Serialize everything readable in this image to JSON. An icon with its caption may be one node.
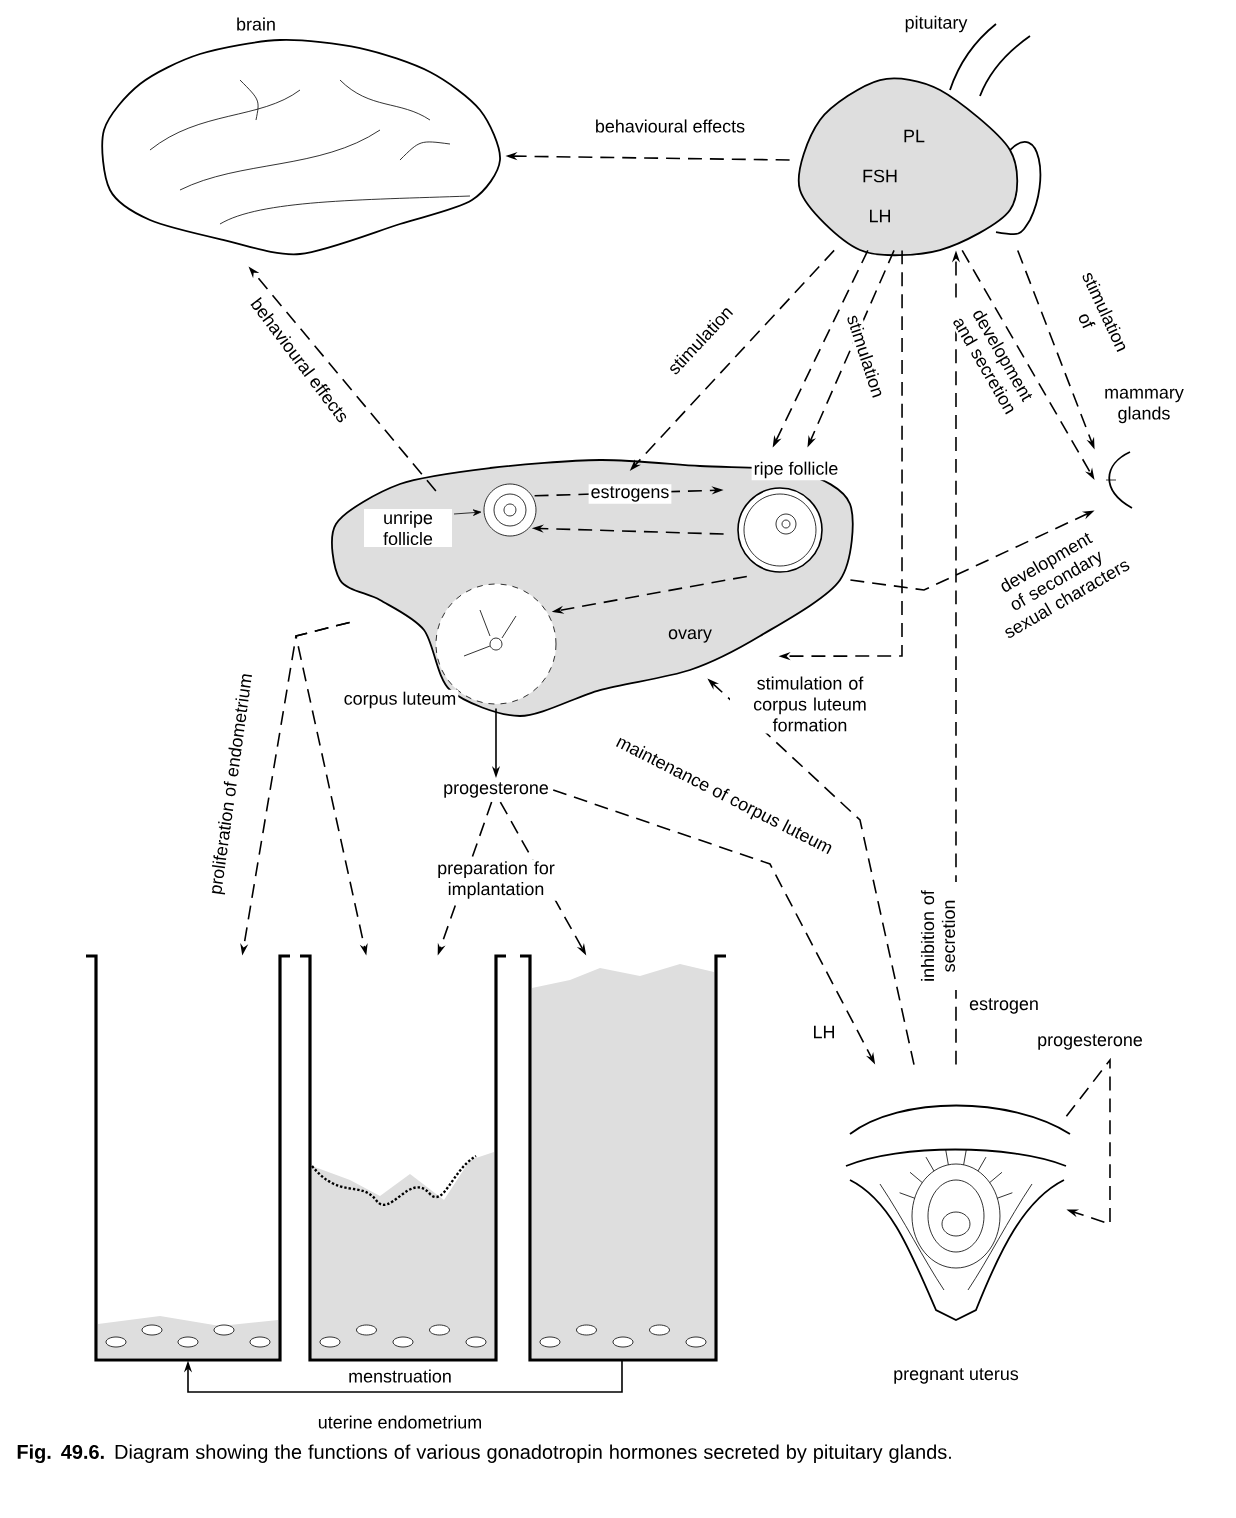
{
  "diagram": {
    "caption": "**Fig. 49.6.** Diagram showing the functions of various gonadotropin hormones secreted by pituitary glands.",
    "nodes": [
      {
        "text": [
          "brain"
        ]
      },
      {
        "text": [
          "pituitary",
          "PL",
          "FSH",
          "LH"
        ]
      },
      {
        "text": [
          "ovary"
        ]
      },
      {
        "text": [
          "unripe follicle"
        ],
        "in": 2
      },
      {
        "text": [
          "ripe follicle"
        ],
        "in": 2
      },
      {
        "text": [
          "corpus luteum"
        ],
        "in": 2
      },
      {
        "text": [
          "mammary glands"
        ]
      },
      {
        "text": [
          "progesterone"
        ]
      },
      {
        "text": [],
        "shape": "picture"
      },
      {
        "text": [],
        "shape": "picture"
      },
      {
        "text": [],
        "shape": "picture"
      },
      {
        "text": [
          "pregnant uterus"
        ]
      }
    ],
    "edges": [
      {
        "from": 1,
        "to": 0,
        "arrow": "to",
        "style": "dashed",
        "label": "behavioural effects"
      },
      {
        "from": 2,
        "to": 0,
        "arrow": "to",
        "style": "dashed",
        "label": "behavioural effects"
      },
      {
        "from": 1,
        "to": 2,
        "arrow": "to",
        "style": "dashed",
        "label": "stimulation"
      },
      {
        "from": 1,
        "to": 4,
        "arrow": "to",
        "style": "dashed"
      },
      {
        "from": 1,
        "to": 4,
        "arrow": "to",
        "style": "dashed",
        "label": "stimulation"
      },
      {
        "from": 1,
        "to": 2,
        "arrow": "to",
        "style": "dashed",
        "label": "stimulation of corpus luteum formation"
      },
      {
        "from": 11,
        "to": 1,
        "arrow": "to",
        "style": "dashed",
        "label": "inhibition of secretion"
      },
      {
        "from": 1,
        "to": 6,
        "arrow": "to",
        "style": "dashed",
        "label": "development and secretion"
      },
      {
        "from": 1,
        "to": 6,
        "arrow": "to",
        "style": "dashed",
        "label": "stimulation of"
      },
      {
        "from": 2,
        "to": 6,
        "arrow": "to",
        "style": "dashed",
        "label": "development of secondary sexual characters"
      },
      {
        "from": 3,
        "to": 4,
        "arrow": "to",
        "style": "dashed",
        "label": "estrogens"
      },
      {
        "from": 4,
        "to": 3,
        "arrow": "to",
        "style": "dashed"
      },
      {
        "from": 4,
        "to": 5,
        "arrow": "to",
        "style": "dashed"
      },
      {
        "from": 5,
        "to": 7,
        "arrow": "to"
      },
      {
        "from": 2,
        "to": 8,
        "arrow": "to",
        "style": "dashed",
        "label": "proliferation of endometrium"
      },
      {
        "from": 2,
        "to": 9,
        "arrow": "to",
        "style": "dashed"
      },
      {
        "from": 7,
        "to": 9,
        "arrow": "to",
        "style": "dashed",
        "label": "preparation for implantation"
      },
      {
        "from": 7,
        "to": 10,
        "arrow": "to",
        "style": "dashed"
      },
      {
        "from": 7,
        "to": 11,
        "arrow": "to",
        "style": "dashed"
      },
      {
        "from": 11,
        "to": 2,
        "arrow": "to",
        "style": "dashed",
        "label": "maintenance of corpus luteum"
      },
      {
        "from": 10,
        "to": 8,
        "arrow": "to",
        "label": "menstruation"
      },
      {
        "from": 11,
        "to": 11,
        "arrow": "to",
        "style": "dashed",
        "label": "progesterone"
      }
    ],
    "labels": [
      "LH",
      "estrogen",
      "uterine endometrium"
    ]
  }
}
